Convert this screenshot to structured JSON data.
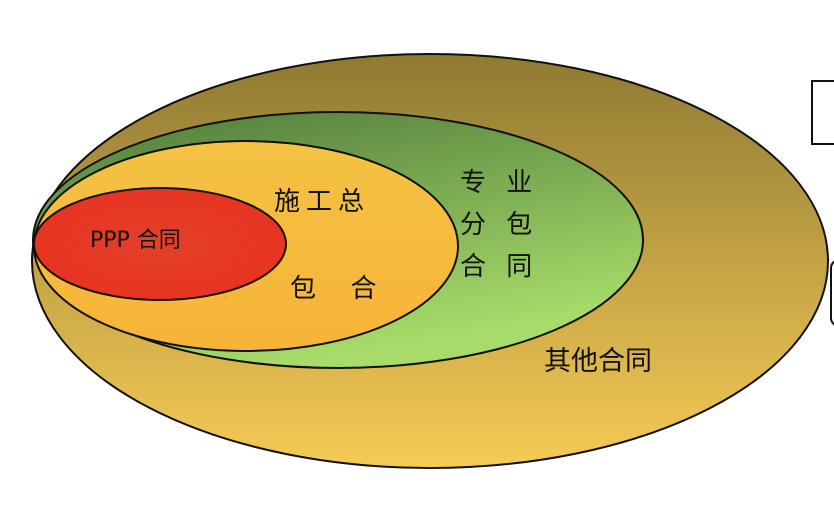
{
  "diagram": {
    "sets": [
      {
        "id": "other",
        "lines": [
          "其他合同"
        ],
        "fill_top": "#8f7a33",
        "fill_bottom": "#f6cb55"
      },
      {
        "id": "specialty-subcontract",
        "lines": [
          "专 业",
          "分 包",
          "合 同"
        ],
        "fill_top": "#4f7a3a",
        "fill_bottom": "#a8dc6a"
      },
      {
        "id": "general-contract",
        "lines": [
          "施工总",
          "包  合"
        ],
        "fill_top": "#f4c244",
        "fill_bottom": "#f6b438"
      },
      {
        "id": "ppp",
        "lines": [
          "PPP 合同"
        ],
        "fill_top": "#e2402a",
        "fill_bottom": "#e8321f"
      }
    ],
    "outline_color": "#111111"
  }
}
